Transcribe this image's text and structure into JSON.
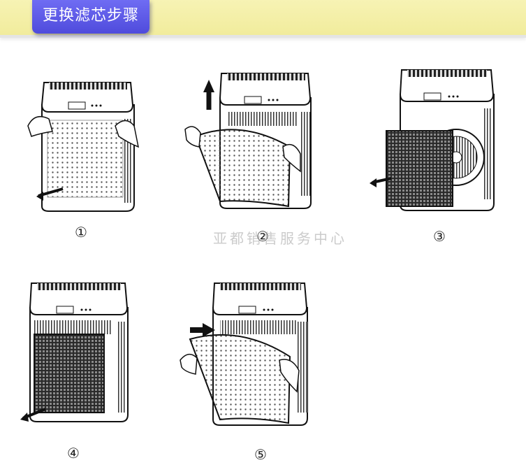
{
  "header": {
    "title": "更换滤芯步骤"
  },
  "steps": [
    {
      "label": "①"
    },
    {
      "label": "②"
    },
    {
      "label": "③"
    },
    {
      "label": "④"
    },
    {
      "label": "⑤"
    }
  ],
  "watermark": "亚都销售服务中心",
  "colors": {
    "tab": "#5b57e6",
    "band": "#f4f0a8"
  }
}
